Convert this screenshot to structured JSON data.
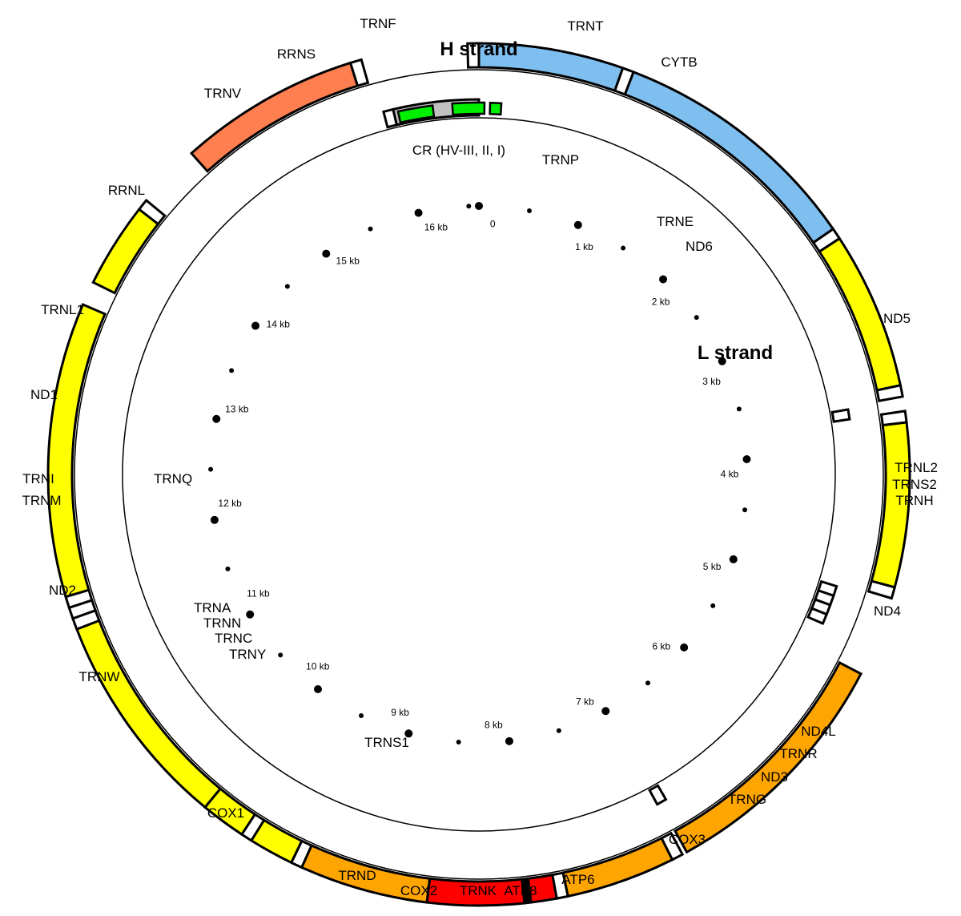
{
  "strand_labels": {
    "h": "H strand",
    "l": "L strand"
  },
  "colors": {
    "rrna": "#7fbfef",
    "nd": "#ffff00",
    "cox": "#ffa500",
    "atp": "#ff0000",
    "cytb": "#ff7f50",
    "trna": "#ffffff",
    "control_region": "#c0c0c0",
    "hypervariable": "#00ee00",
    "outline": "#000000"
  },
  "genome_length_kb": 16.6,
  "genes": [
    {
      "name": "TRNF",
      "label": "TRNF",
      "start_kb": -0.07,
      "end_kb": 0.0,
      "ring": "outer",
      "type": "trna"
    },
    {
      "name": "RRNS",
      "label": "RRNS",
      "start_kb": 0.0,
      "end_kb": 0.9,
      "ring": "outer",
      "type": "rrna"
    },
    {
      "name": "TRNV",
      "label": "TRNV",
      "start_kb": 0.9,
      "end_kb": 0.97,
      "ring": "outer",
      "type": "trna"
    },
    {
      "name": "RRNL",
      "label": "RRNL",
      "start_kb": 0.97,
      "end_kb": 2.55,
      "ring": "outer",
      "type": "rrna"
    },
    {
      "name": "TRNL1",
      "label": "TRNL1",
      "start_kb": 2.55,
      "end_kb": 2.62,
      "ring": "outer",
      "type": "trna"
    },
    {
      "name": "ND1",
      "label": "ND1",
      "start_kb": 2.62,
      "end_kb": 3.6,
      "ring": "outer",
      "type": "nd"
    },
    {
      "name": "TRNI",
      "label": "TRNI",
      "start_kb": 3.6,
      "end_kb": 3.67,
      "ring": "outer",
      "type": "trna"
    },
    {
      "name": "TRNQ",
      "label": "TRNQ",
      "start_kb": 3.69,
      "end_kb": 3.76,
      "ring": "inner",
      "type": "trna"
    },
    {
      "name": "TRNM",
      "label": "TRNM",
      "start_kb": 3.76,
      "end_kb": 3.83,
      "ring": "outer",
      "type": "trna"
    },
    {
      "name": "ND2",
      "label": "ND2",
      "start_kb": 3.83,
      "end_kb": 4.85,
      "ring": "outer",
      "type": "nd"
    },
    {
      "name": "TRNW",
      "label": "TRNW",
      "start_kb": 4.85,
      "end_kb": 4.92,
      "ring": "outer",
      "type": "trna"
    },
    {
      "name": "TRNA",
      "label": "TRNA",
      "start_kb": 4.95,
      "end_kb": 5.02,
      "ring": "inner",
      "type": "trna"
    },
    {
      "name": "TRNN",
      "label": "TRNN",
      "start_kb": 5.02,
      "end_kb": 5.09,
      "ring": "inner",
      "type": "trna"
    },
    {
      "name": "TRNC",
      "label": "TRNC",
      "start_kb": 5.09,
      "end_kb": 5.16,
      "ring": "inner",
      "type": "trna"
    },
    {
      "name": "TRNY",
      "label": "TRNY",
      "start_kb": 5.16,
      "end_kb": 5.23,
      "ring": "inner",
      "type": "trna"
    },
    {
      "name": "COX1",
      "label": "COX1",
      "start_kb": 5.42,
      "end_kb": 6.97,
      "ring": "outer",
      "type": "cox"
    },
    {
      "name": "TRNS1",
      "label": "TRNS1",
      "start_kb": 6.92,
      "end_kb": 6.99,
      "ring": "inner",
      "type": "trna"
    },
    {
      "name": "TRND",
      "label": "TRND",
      "start_kb": 7.0,
      "end_kb": 7.07,
      "ring": "outer",
      "type": "trna"
    },
    {
      "name": "COX2",
      "label": "COX2",
      "start_kb": 7.07,
      "end_kb": 7.75,
      "ring": "outer",
      "type": "cox"
    },
    {
      "name": "TRNK",
      "label": "TRNK",
      "start_kb": 7.75,
      "end_kb": 7.82,
      "ring": "outer",
      "type": "trna"
    },
    {
      "name": "ATP8",
      "label": "ATP8",
      "start_kb": 7.82,
      "end_kb": 7.98,
      "ring": "outer",
      "type": "atp"
    },
    {
      "name": "ATP8-ATP6 overlap",
      "label": "",
      "start_kb": 7.98,
      "end_kb": 8.02,
      "ring": "outer",
      "type": "overlap"
    },
    {
      "name": "ATP6",
      "label": "ATP6",
      "start_kb": 8.02,
      "end_kb": 8.62,
      "ring": "outer",
      "type": "atp"
    },
    {
      "name": "COX3",
      "label": "COX3",
      "start_kb": 8.62,
      "end_kb": 9.42,
      "ring": "outer",
      "type": "cox"
    },
    {
      "name": "TRNG",
      "label": "TRNG",
      "start_kb": 9.42,
      "end_kb": 9.49,
      "ring": "outer",
      "type": "trna"
    },
    {
      "name": "ND3",
      "label": "ND3",
      "start_kb": 9.49,
      "end_kb": 9.77,
      "ring": "outer",
      "type": "nd"
    },
    {
      "name": "TRNR",
      "label": "TRNR",
      "start_kb": 9.77,
      "end_kb": 9.84,
      "ring": "outer",
      "type": "trna"
    },
    {
      "name": "ND4L",
      "label": "ND4L",
      "start_kb": 9.84,
      "end_kb": 10.12,
      "ring": "outer",
      "type": "nd"
    },
    {
      "name": "ND4",
      "label": "ND4",
      "start_kb": 10.12,
      "end_kb": 11.48,
      "ring": "outer",
      "type": "nd"
    },
    {
      "name": "TRNH",
      "label": "TRNH",
      "start_kb": 11.48,
      "end_kb": 11.55,
      "ring": "outer",
      "type": "trna"
    },
    {
      "name": "TRNS2",
      "label": "TRNS2",
      "start_kb": 11.55,
      "end_kb": 11.62,
      "ring": "outer",
      "type": "trna"
    },
    {
      "name": "TRNL2",
      "label": "TRNL2",
      "start_kb": 11.62,
      "end_kb": 11.69,
      "ring": "outer",
      "type": "trna"
    },
    {
      "name": "ND5",
      "label": "ND5",
      "start_kb": 11.69,
      "end_kb": 13.52,
      "ring": "outer",
      "type": "nd"
    },
    {
      "name": "ND6",
      "label": "ND6",
      "start_kb": 13.67,
      "end_kb": 14.2,
      "ring": "outer",
      "type": "nd"
    },
    {
      "name": "TRNE",
      "label": "TRNE",
      "start_kb": 14.2,
      "end_kb": 14.27,
      "ring": "outer",
      "type": "trna"
    },
    {
      "name": "CYTB",
      "label": "CYTB",
      "start_kb": 14.67,
      "end_kb": 15.8,
      "ring": "outer",
      "type": "cytb"
    },
    {
      "name": "TRNT",
      "label": "TRNT",
      "start_kb": 15.8,
      "end_kb": 15.87,
      "ring": "outer",
      "type": "trna"
    },
    {
      "name": "TRNP",
      "label": "TRNP",
      "start_kb": 15.92,
      "end_kb": 15.99,
      "ring": "inner",
      "type": "trna"
    },
    {
      "name": "CR",
      "label": "CR (HV-III, II, I)",
      "start_kb": 15.99,
      "end_kb": 16.6,
      "ring": "inner",
      "type": "control_region"
    }
  ],
  "hypervariable_regions": [
    {
      "name": "HV-I",
      "start_kb": 16.02,
      "end_kb": 16.27
    },
    {
      "name": "HV-II",
      "start_kb": 16.41,
      "end_kb": 16.64
    },
    {
      "name": "HV-III",
      "start_kb": 16.68,
      "end_kb": 16.76
    }
  ],
  "kb_ticks": [
    {
      "kb": 0,
      "label": "0"
    },
    {
      "kb": 1,
      "label": "1 kb"
    },
    {
      "kb": 2,
      "label": "2 kb"
    },
    {
      "kb": 3,
      "label": "3 kb"
    },
    {
      "kb": 4,
      "label": "4 kb"
    },
    {
      "kb": 5,
      "label": "5 kb"
    },
    {
      "kb": 6,
      "label": "6 kb"
    },
    {
      "kb": 7,
      "label": "7 kb"
    },
    {
      "kb": 8,
      "label": "8 kb"
    },
    {
      "kb": 9,
      "label": "9 kb"
    },
    {
      "kb": 10,
      "label": "10 kb"
    },
    {
      "kb": 11,
      "label": "11 kb"
    },
    {
      "kb": 12,
      "label": "12 kb"
    },
    {
      "kb": 13,
      "label": "13 kb"
    },
    {
      "kb": 14,
      "label": "14 kb"
    },
    {
      "kb": 15,
      "label": "15 kb"
    },
    {
      "kb": 16,
      "label": "16 kb"
    }
  ]
}
